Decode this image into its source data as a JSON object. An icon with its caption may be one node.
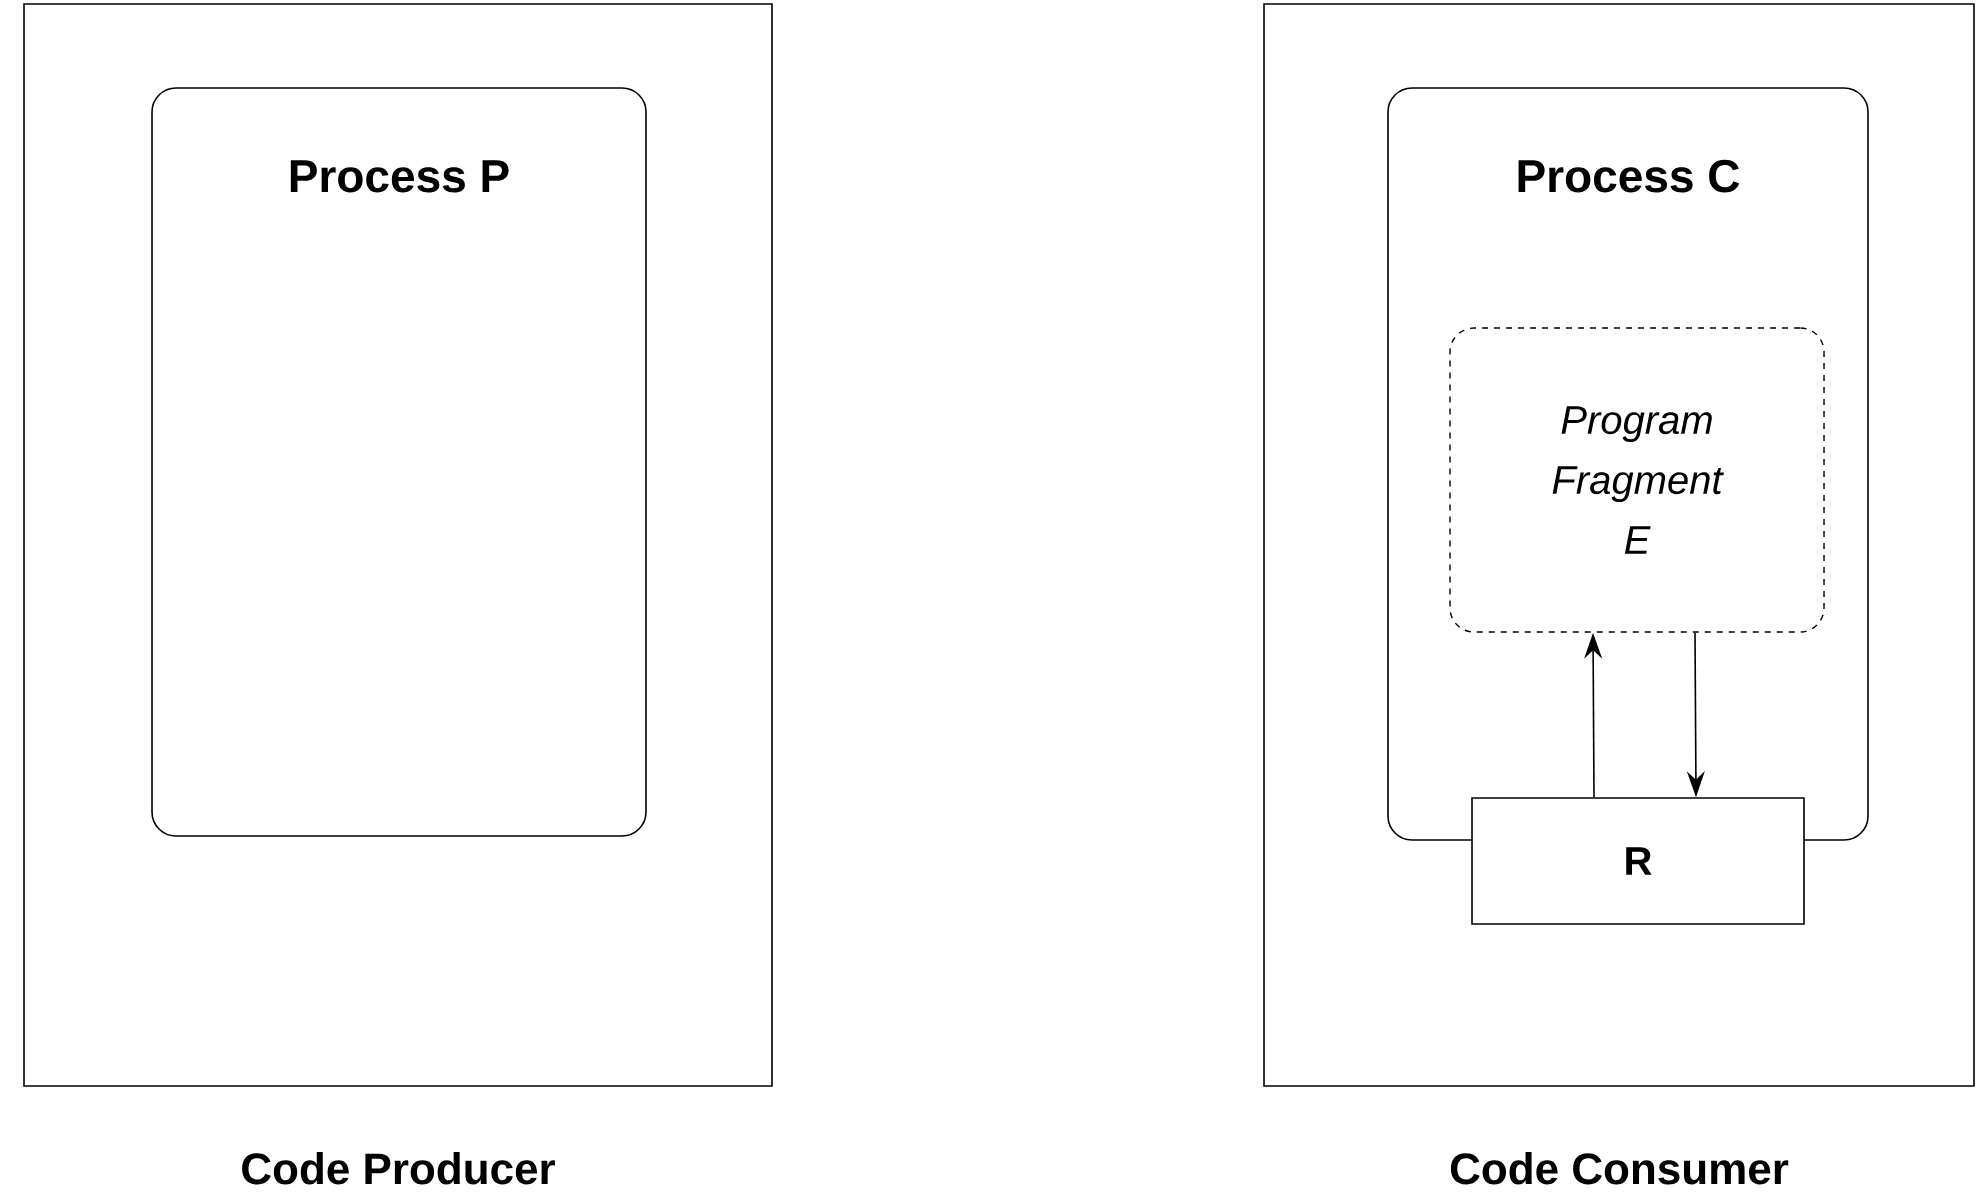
{
  "diagram": {
    "nodes": [
      {
        "text": [
          "Code Producer"
        ]
      },
      {
        "text": [
          "Process P"
        ],
        "in": 0
      },
      {
        "text": [
          "Code Consumer"
        ]
      },
      {
        "text": [
          "Process C"
        ],
        "in": 2
      },
      {
        "text": [
          "Program Fragment E"
        ],
        "in": 3
      },
      {
        "text": [
          "R"
        ],
        "in": 2
      }
    ],
    "edges": [
      {
        "from": 5,
        "to": 4,
        "arrow": "to"
      },
      {
        "from": 4,
        "to": 5,
        "arrow": "to"
      }
    ]
  }
}
